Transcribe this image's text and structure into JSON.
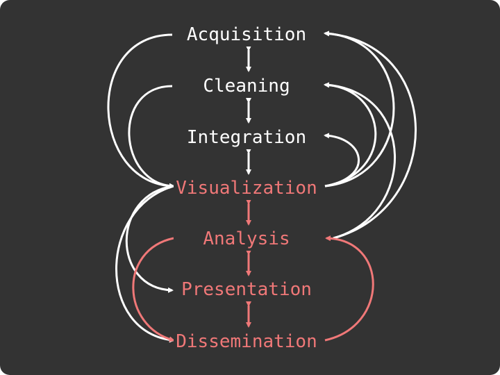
{
  "stages": [
    {
      "id": "acquisition",
      "label": "Acquisition",
      "color": "#ffffff"
    },
    {
      "id": "cleaning",
      "label": "Cleaning",
      "color": "#ffffff"
    },
    {
      "id": "integration",
      "label": "Integration",
      "color": "#ffffff"
    },
    {
      "id": "visualization",
      "label": "Visualization",
      "color": "#f07878"
    },
    {
      "id": "analysis",
      "label": "Analysis",
      "color": "#f07878"
    },
    {
      "id": "presentation",
      "label": "Presentation",
      "color": "#f07878"
    },
    {
      "id": "dissemination",
      "label": "Dissemination",
      "color": "#f07878"
    }
  ],
  "colors": {
    "background": "#333333",
    "primary": "#ffffff",
    "accent": "#f07878"
  }
}
